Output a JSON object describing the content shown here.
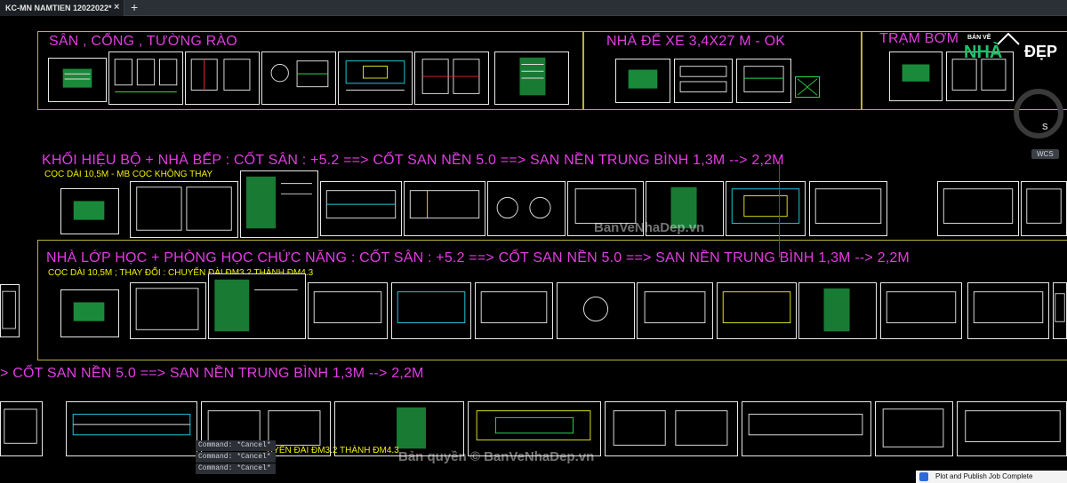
{
  "tabs": [
    {
      "label": "KC-MN NAMTIEN 12022022*"
    }
  ],
  "sections": [
    {
      "title": "SÂN , CỔNG , TƯỜNG RÀO"
    },
    {
      "title": "NHÀ  ĐỂ XE  3,4X27 M - OK"
    },
    {
      "title": "TRẠM BƠM"
    },
    {
      "title": "KHỐI HIỆU BỘ + NHÀ BẾP : CỐT SÂN : +5.2 ==> CỐT SAN NỀN 5.0 ==> SAN NỀN TRUNG BÌNH 1,3M --> 2,2M",
      "note": "CỌC DÀI 10,5M - MB CỌC KHÔNG THAY"
    },
    {
      "title": "NHÀ LỚP HỌC + PHÒNG HỌC CHỨC NĂNG : CỐT SÂN : +5.2 ==> CỐT SAN NỀN 5.0 ==> SAN NỀN TRUNG BÌNH 1,3M --> 2,2M",
      "note": "CỌC DÀI 10,5M ; THAY ĐỔI : CHUYỂN ĐÀI ĐM3.2 THÀNH ĐM4.3"
    },
    {
      "title": "> CỐT SAN NỀN 5.0 ==> SAN NỀN TRUNG BÌNH 1,3M --> 2,2M",
      "note": "UYỂN ĐÀI ĐM3.2 THÀNH ĐM4.3"
    }
  ],
  "navigation": {
    "compass_label": "S",
    "wcs_label": "WCS"
  },
  "logo": {
    "top": "BẢN VẼ",
    "main": "NHÀ",
    "right": "ĐẸP"
  },
  "watermarks": {
    "mid": "BanVeNhaDep.vn",
    "bottom": "Bản quyền © BanVeNhaDep.vn"
  },
  "command_history": [
    "Command: *Cancel*",
    "Command: *Cancel*",
    "Command: *Cancel*"
  ],
  "notification": "Plot and Publish Job Complete",
  "colors": {
    "title": "#e33ce3",
    "frame": "#b8b23a",
    "note": "#f0f000",
    "background": "#000000"
  }
}
